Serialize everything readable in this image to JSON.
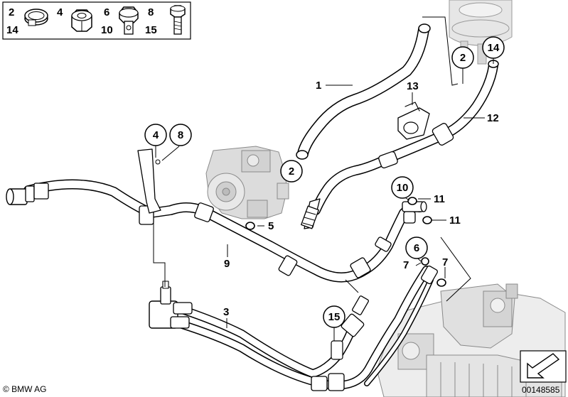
{
  "legend": {
    "items": [
      {
        "top": "2",
        "bottom": "14",
        "icon": "hose-clamp-icon"
      },
      {
        "top": "4",
        "bottom": "",
        "icon": "hex-nut-icon"
      },
      {
        "top": "6",
        "bottom": "10",
        "icon": "banjo-bolt-icon"
      },
      {
        "top": "8",
        "bottom": "15",
        "icon": "hex-bolt-icon"
      }
    ]
  },
  "callouts": {
    "c1": "1",
    "c2a": "2",
    "c2b": "2",
    "c3": "3",
    "c4": "4",
    "c5": "5",
    "c6": "6",
    "c7a": "7",
    "c7b": "7",
    "c8": "8",
    "c9": "9",
    "c10": "10",
    "c11a": "11",
    "c11b": "11",
    "c12": "12",
    "c13": "13",
    "c14": "14",
    "c15": "15"
  },
  "footer": {
    "copyright": "© BMW AG",
    "diagram_number": "00148585"
  },
  "colors": {
    "line": "#000000",
    "hose_fill": "#ffffff",
    "component_gray": "#bcbcbc"
  }
}
